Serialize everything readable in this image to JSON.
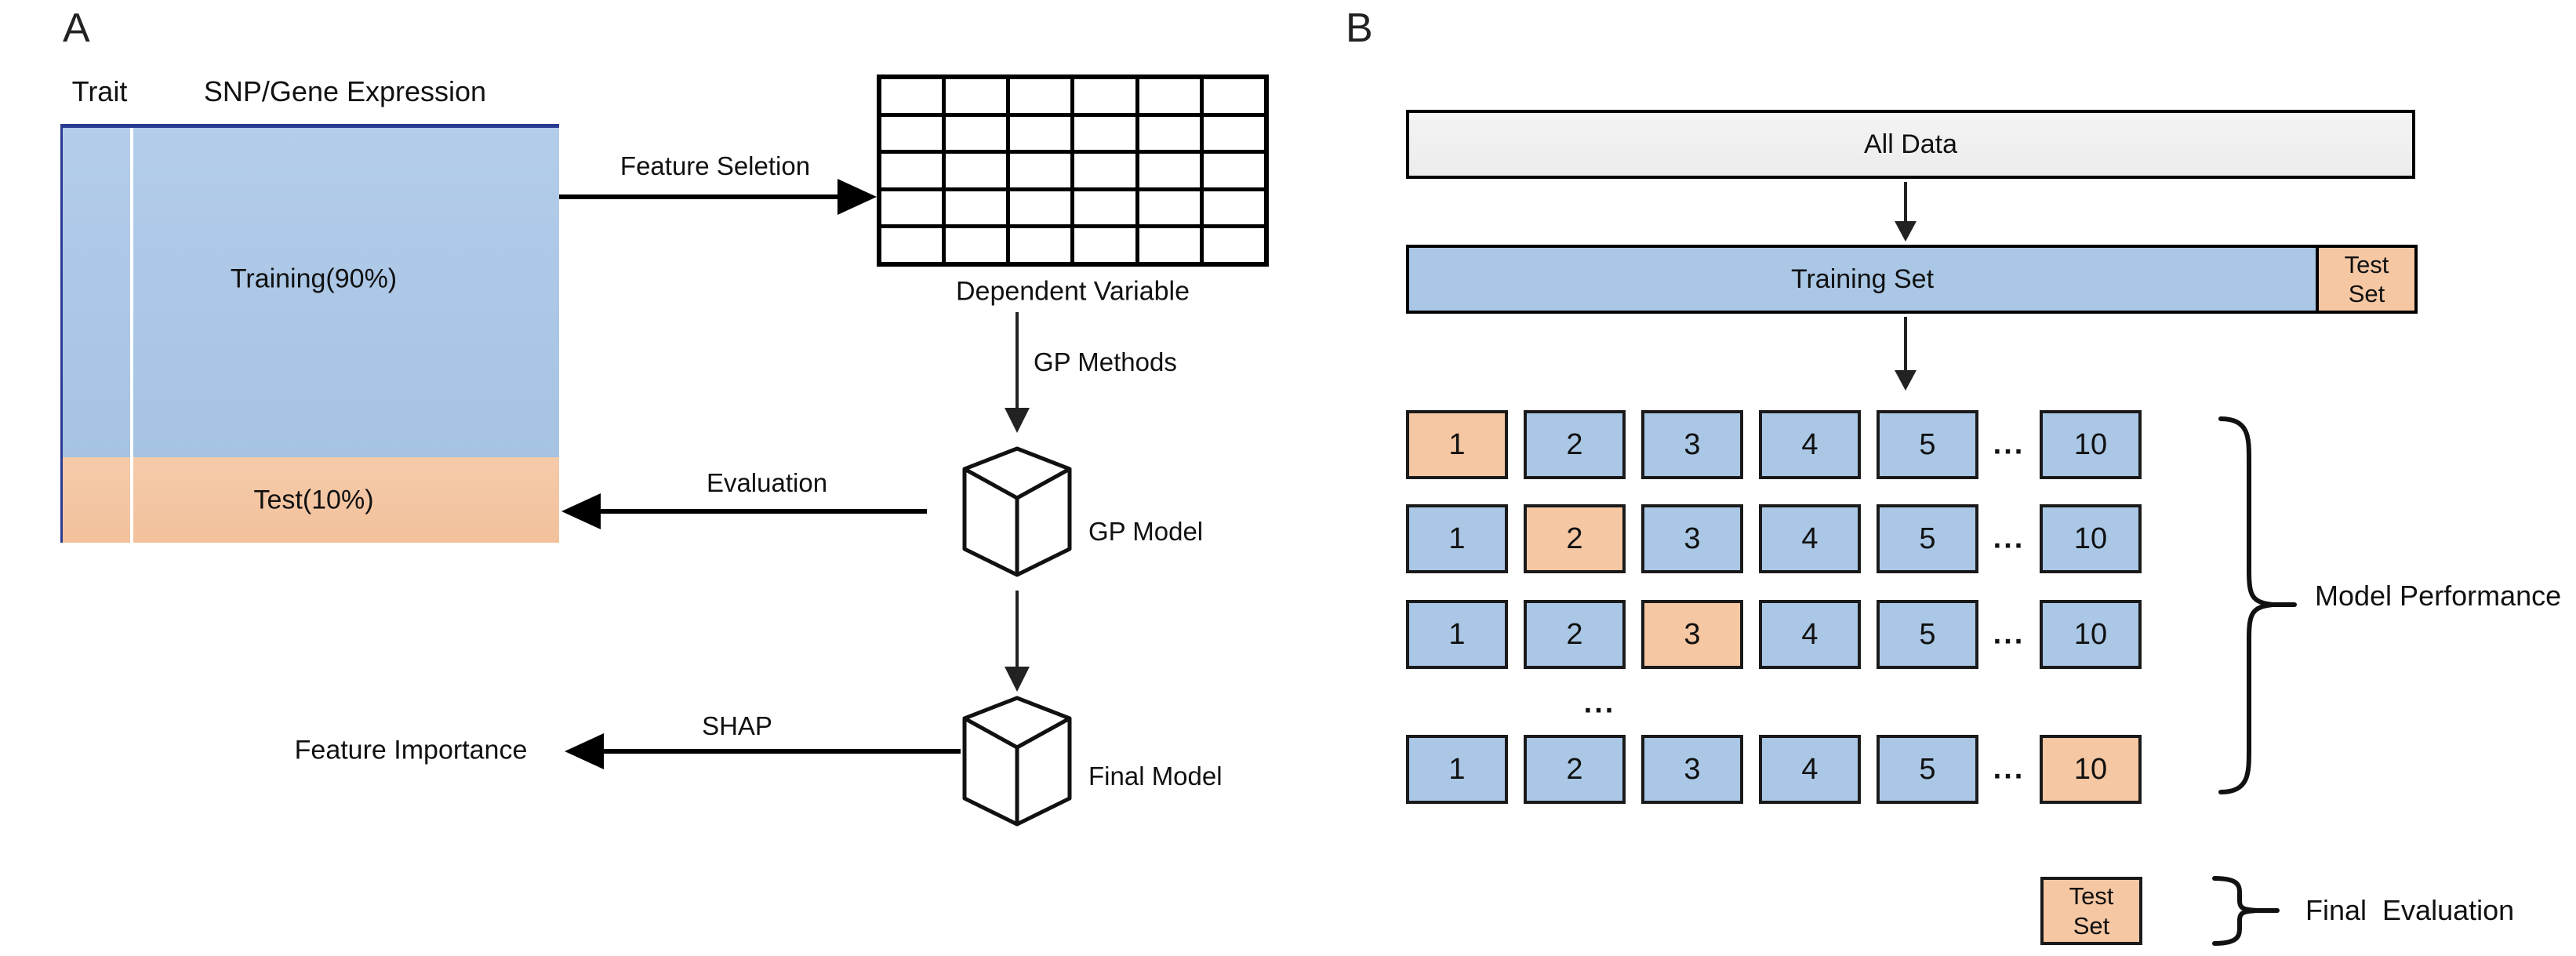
{
  "panel_a": {
    "label": "A",
    "matrix": {
      "trait_header": "Trait",
      "snp_header": "SNP/Gene Expression",
      "training_label": "Training(90%)",
      "test_label": "Test(10%)"
    },
    "feature_selection_label": "Feature Seletion",
    "grid": {
      "rows": 5,
      "cols": 6
    },
    "dependent_variable_label": "Dependent Variable",
    "gp_methods_label": "GP Methods",
    "gp_model_label": "GP Model",
    "evaluation_label": "Evaluation",
    "final_model_label": "Final Model",
    "shap_label": "SHAP",
    "feature_importance_label": "Feature Importance"
  },
  "panel_b": {
    "label": "B",
    "all_data_label": "All Data",
    "training_set_label": "Training Set",
    "test_set_lines": [
      "Test",
      "Set"
    ],
    "cv_rows": [
      {
        "labels": [
          "1",
          "2",
          "3",
          "4",
          "5",
          "10"
        ],
        "test_index": 0
      },
      {
        "labels": [
          "1",
          "2",
          "3",
          "4",
          "5",
          "10"
        ],
        "test_index": 1
      },
      {
        "labels": [
          "1",
          "2",
          "3",
          "4",
          "5",
          "10"
        ],
        "test_index": 2
      },
      {
        "labels": [
          "1",
          "2",
          "3",
          "4",
          "5",
          "10"
        ],
        "test_index": 5
      }
    ],
    "cell_ellipsis": "...",
    "rows_ellipsis": "...",
    "model_performance_label": "Model Performance",
    "final_test_set_lines": [
      "Test",
      "Set"
    ],
    "final_evaluation_label": "Final  Evaluation"
  },
  "colors": {
    "blue": "#aac7e6",
    "orange": "#f5c7a3",
    "navy": "#2b3a91",
    "gray": "#f0f0f0",
    "ink": "#111111"
  }
}
